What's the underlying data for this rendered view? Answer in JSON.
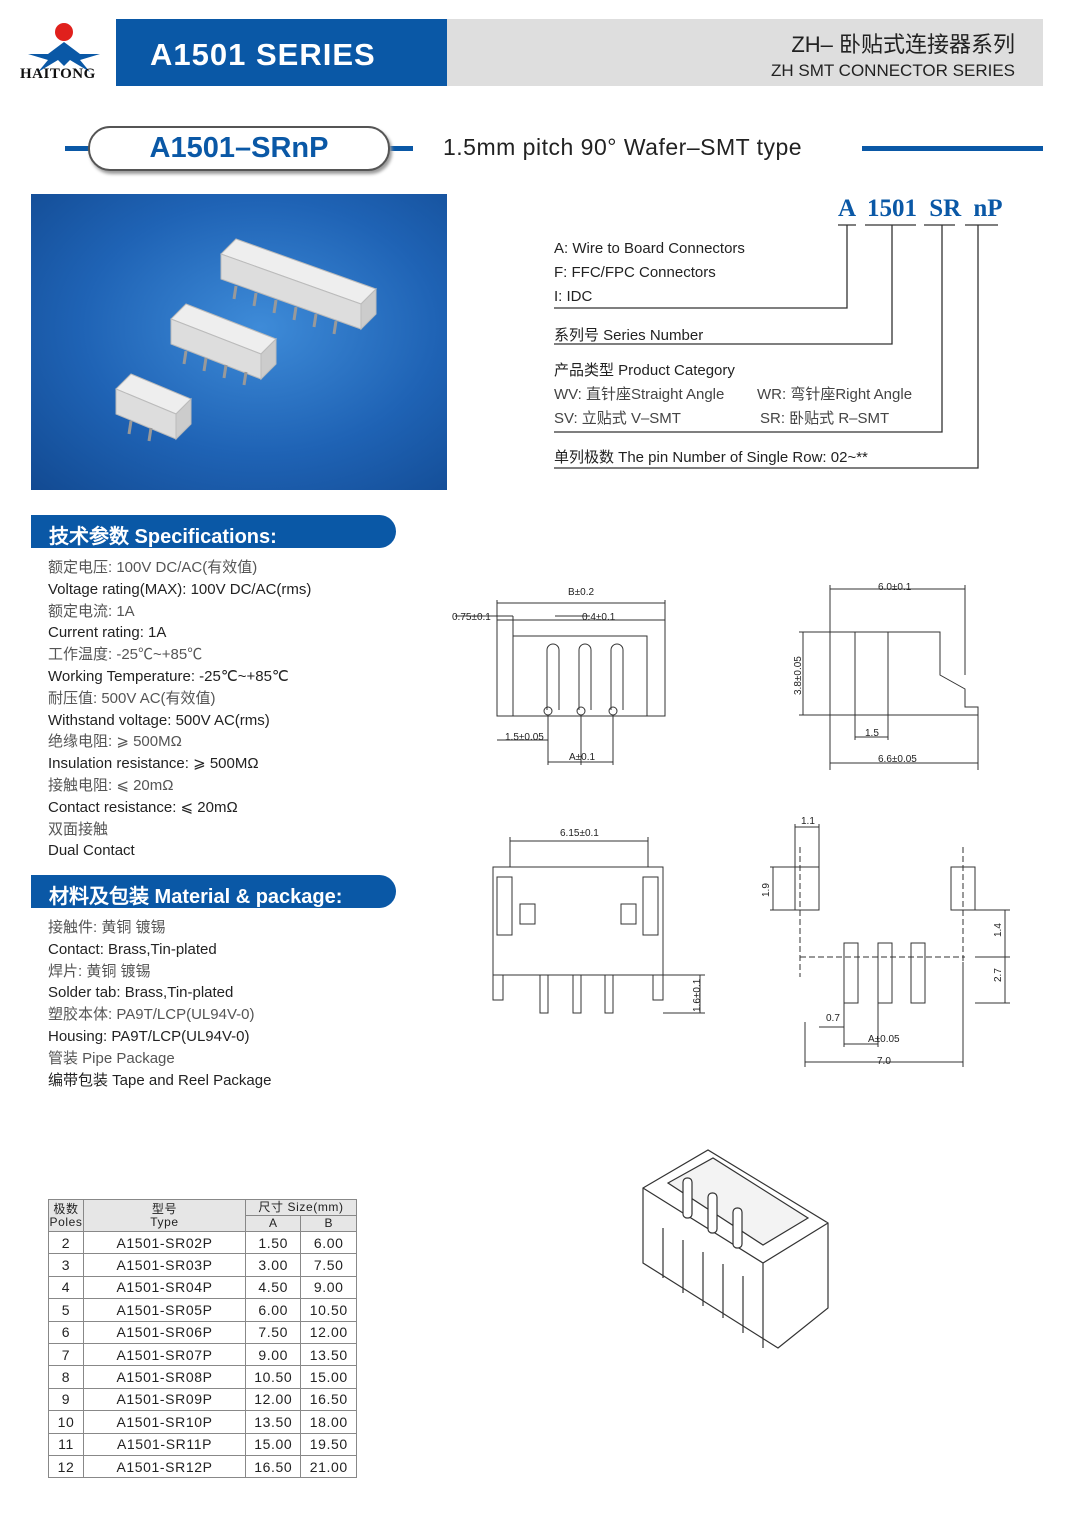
{
  "header": {
    "logo_text": "HAITONG",
    "series_title": "A1501 SERIES",
    "series_cn": "ZH– 卧贴式连接器系列",
    "series_en": "ZH SMT CONNECTOR SERIES"
  },
  "product": {
    "model": "A1501–SRnP",
    "subtitle": "1.5mm pitch 90°  Wafer–SMT type"
  },
  "part_code": {
    "parts": [
      "A",
      "1501",
      "SR",
      "nP"
    ],
    "type_lines": [
      "A: Wire to Board Connectors",
      "F: FFC/FPC Connectors",
      "I: IDC"
    ],
    "series_number": "系列号 Series Number",
    "category_title": "产品类型 Product Category",
    "category_items": [
      "WV: 直针座Straight Angle",
      "WR: 弯针座Right Angle",
      "SV: 立贴式 V–SMT",
      "SR: 卧贴式 R–SMT"
    ],
    "pin_number": "单列极数 The pin Number of Single Row: 02~**"
  },
  "specs": {
    "title": "技术参数 Specifications:",
    "lines": [
      "额定电压: 100V DC/AC(有效值)",
      "Voltage rating(MAX): 100V DC/AC(rms)",
      "额定电流: 1A",
      "Current rating: 1A",
      "工作温度: -25℃~+85℃",
      "Working Temperature: -25℃~+85℃",
      "耐压值: 500V AC(有效值)",
      "Withstand voltage: 500V AC(rms)",
      "绝缘电阻: ⩾ 500MΩ",
      "Insulation resistance: ⩾ 500MΩ",
      "接触电阻: ⩽ 20mΩ",
      "Contact resistance: ⩽ 20mΩ",
      "双面接触",
      "Dual Contact"
    ]
  },
  "material": {
    "title": "材料及包装 Material & package:",
    "lines": [
      "接触件: 黄铜 镀锡",
      "Contact: Brass,Tin-plated",
      "焊片: 黄铜 镀锡",
      "Solder  tab: Brass,Tin-plated",
      "塑胶本体: PA9T/LCP(UL94V-0)",
      "Housing: PA9T/LCP(UL94V-0)",
      "管装 Pipe Package",
      "编带包装 Tape and Reel Package"
    ]
  },
  "drawings": {
    "front": {
      "b": "B±0.2",
      "edge": "0.75±0.1",
      "pin": "0.4±0.1",
      "pitch": "1.5±0.05",
      "a": "A±0.1"
    },
    "side": {
      "width": "6.0±0.1",
      "height": "3.8±0.05",
      "slot": "1.5",
      "total": "6.6±0.05"
    },
    "top": {
      "width": "6.15±0.1",
      "lead": "1.6±0.1"
    },
    "pcb": {
      "d1": "1.1",
      "d2": "1.9",
      "d3": "1.4",
      "d4": "2.7",
      "d5": "0.7",
      "d6": "A±0.05",
      "d7": "7.0"
    }
  },
  "table": {
    "h_poles_cn": "极数",
    "h_poles": "Poles",
    "h_type_cn": "型号",
    "h_type": "Type",
    "h_size": "尺寸 Size(mm)",
    "h_a": "A",
    "h_b": "B",
    "rows": [
      [
        "2",
        "A1501-SR02P",
        "1.50",
        "6.00"
      ],
      [
        "3",
        "A1501-SR03P",
        "3.00",
        "7.50"
      ],
      [
        "4",
        "A1501-SR04P",
        "4.50",
        "9.00"
      ],
      [
        "5",
        "A1501-SR05P",
        "6.00",
        "10.50"
      ],
      [
        "6",
        "A1501-SR06P",
        "7.50",
        "12.00"
      ],
      [
        "7",
        "A1501-SR07P",
        "9.00",
        "13.50"
      ],
      [
        "8",
        "A1501-SR08P",
        "10.50",
        "15.00"
      ],
      [
        "9",
        "A1501-SR09P",
        "12.00",
        "16.50"
      ],
      [
        "10",
        "A1501-SR10P",
        "13.50",
        "18.00"
      ],
      [
        "11",
        "A1501-SR11P",
        "15.00",
        "19.50"
      ],
      [
        "12",
        "A1501-SR12P",
        "16.50",
        "21.00"
      ]
    ]
  },
  "colors": {
    "brand": "#0a58a6",
    "logo_red": "#e0201c"
  }
}
